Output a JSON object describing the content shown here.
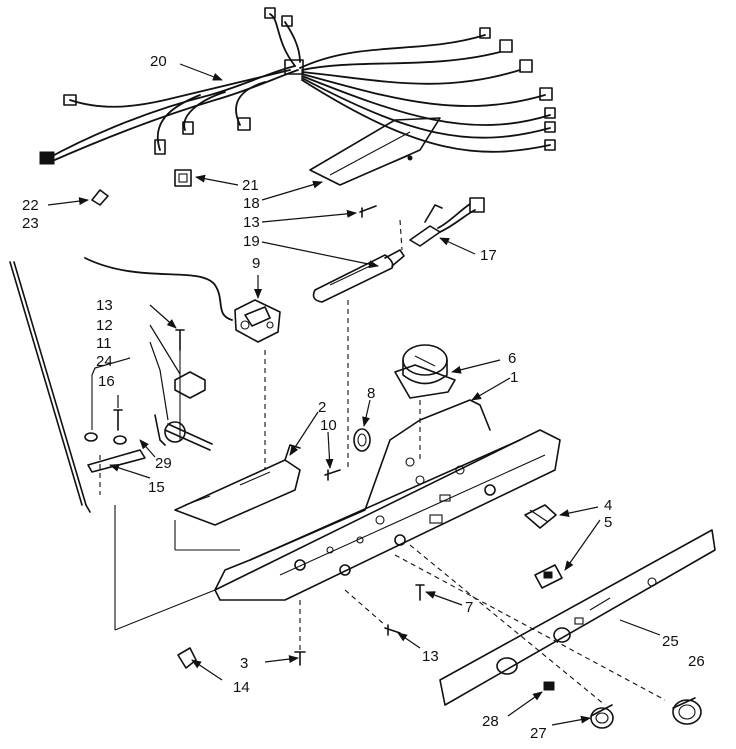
{
  "diagram": {
    "callouts": {
      "c1": "1",
      "c2": "2",
      "c3": "3",
      "c4": "4",
      "c5": "5",
      "c6": "6",
      "c7": "7",
      "c8": "8",
      "c9": "9",
      "c10": "10",
      "c11": "11",
      "c12": "12",
      "c13a": "13",
      "c13b": "13",
      "c13c": "13",
      "c14": "14",
      "c15": "15",
      "c16": "16",
      "c17": "17",
      "c18": "18",
      "c19": "19",
      "c20": "20",
      "c21": "21",
      "c22": "22",
      "c23": "23",
      "c24": "24",
      "c25": "25",
      "c26": "26",
      "c27": "27",
      "c28": "28",
      "c29": "29"
    }
  }
}
